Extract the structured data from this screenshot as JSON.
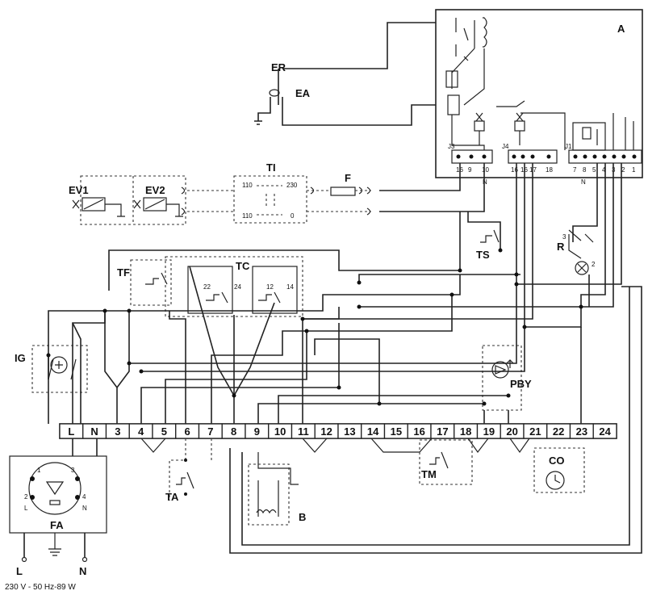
{
  "top_label": "",
  "labels": {
    "A": "A",
    "ER": "ER",
    "EA": "EA",
    "EV1": "EV1",
    "EV2": "EV2",
    "TI": "TI",
    "F": "F",
    "TS": "TS",
    "R": "R",
    "TF": "TF",
    "TC": "TC",
    "IG": "IG",
    "PBY": "PBY",
    "TA": "TA",
    "B": "B",
    "TM": "TM",
    "CO": "CO",
    "FA": "FA",
    "L": "L",
    "N": "N",
    "supply": "230 V - 50 Hz-89 W"
  },
  "transformer": {
    "p1": "110",
    "p2": "230",
    "s1": "110",
    "s2": "0"
  },
  "tc_contacts": {
    "c1": "22",
    "c2": "24",
    "c3": "12",
    "c4": "14"
  },
  "module_a": {
    "j3": "J3",
    "j4": "J4",
    "j1": "J1",
    "j3_pins": [
      "16",
      "9",
      "10"
    ],
    "j4_pins": [
      "16",
      "16",
      "17",
      "18"
    ],
    "j1_pins": [
      "7",
      "8",
      "5",
      "4",
      "3",
      "2",
      "1"
    ],
    "n_label": "N"
  },
  "terminals": [
    "L",
    "N",
    "3",
    "4",
    "5",
    "6",
    "7",
    "8",
    "9",
    "10",
    "11",
    "12",
    "13",
    "14",
    "15",
    "16",
    "17",
    "18",
    "19",
    "20",
    "21",
    "22",
    "23",
    "24"
  ]
}
